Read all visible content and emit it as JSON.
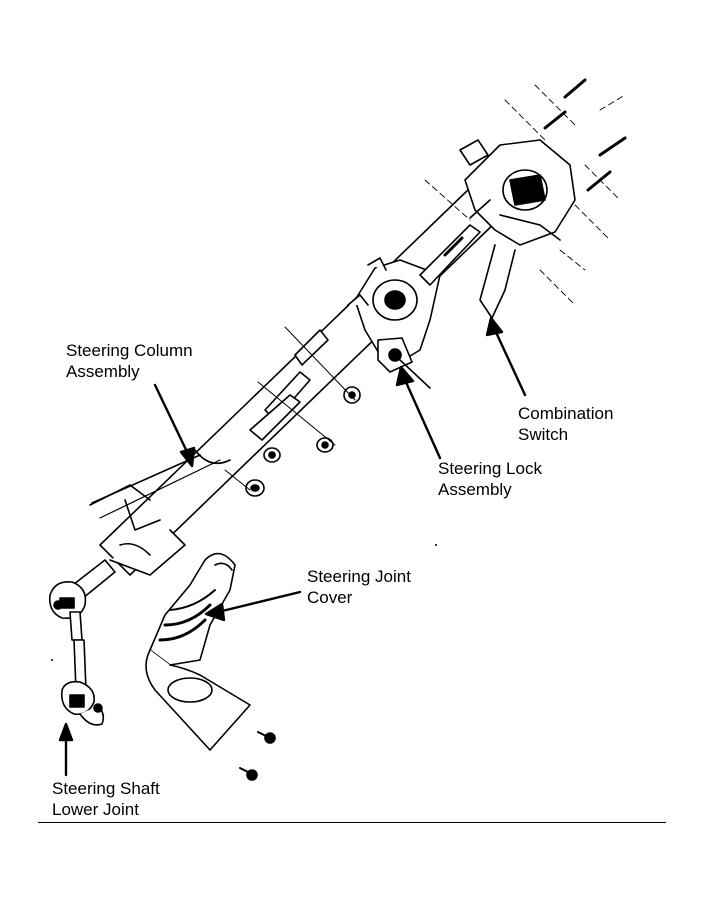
{
  "labels": {
    "steering_column": [
      "Steering Column",
      "Assembly"
    ],
    "combination_switch": [
      "Combination",
      "Switch"
    ],
    "steering_lock": [
      "Steering Lock",
      "Assembly"
    ],
    "steering_joint_cover": [
      "Steering Joint",
      "Cover"
    ],
    "steering_shaft_lower_joint": [
      "Steering Shaft",
      "Lower Joint"
    ]
  },
  "colors": {
    "ink": "#000000",
    "paper": "#ffffff"
  }
}
